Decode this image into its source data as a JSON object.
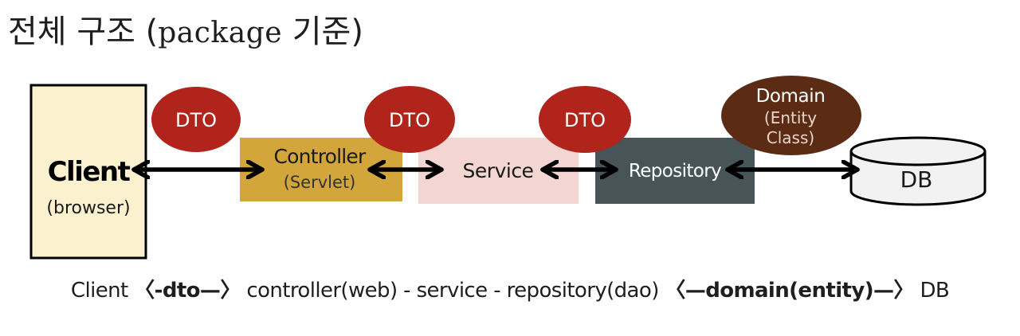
{
  "title": {
    "ko_prefix": "전체 구조 (",
    "en": "package",
    "ko_suffix": " 기준)"
  },
  "nodes": {
    "client": {
      "label": "Client",
      "sub": "(browser)",
      "fill": "#fbf1cf"
    },
    "controller": {
      "label": "Controller",
      "sub": "(Servlet)",
      "fill": "#d3a63b"
    },
    "service": {
      "label": "Service",
      "fill": "#f3d5d2"
    },
    "repository": {
      "label": "Repository",
      "fill": "#485558"
    },
    "db": {
      "label": "DB"
    }
  },
  "bubbles": {
    "dto_1": "DTO",
    "dto_2": "DTO",
    "dto_3": "DTO",
    "domain": {
      "label": "Domain",
      "line1": "(Entity",
      "line2": "Class)"
    }
  },
  "colors": {
    "dto_bubble": "#b0241c",
    "domain_bubble": "#5b2c13",
    "arrow": "#000000"
  },
  "caption": {
    "p1": "Client ",
    "p2": "〈-dto—〉",
    "p3": " controller(web) - service - repository(dao) ",
    "p4": "〈—domain(entity)—〉",
    "p5": " DB"
  }
}
